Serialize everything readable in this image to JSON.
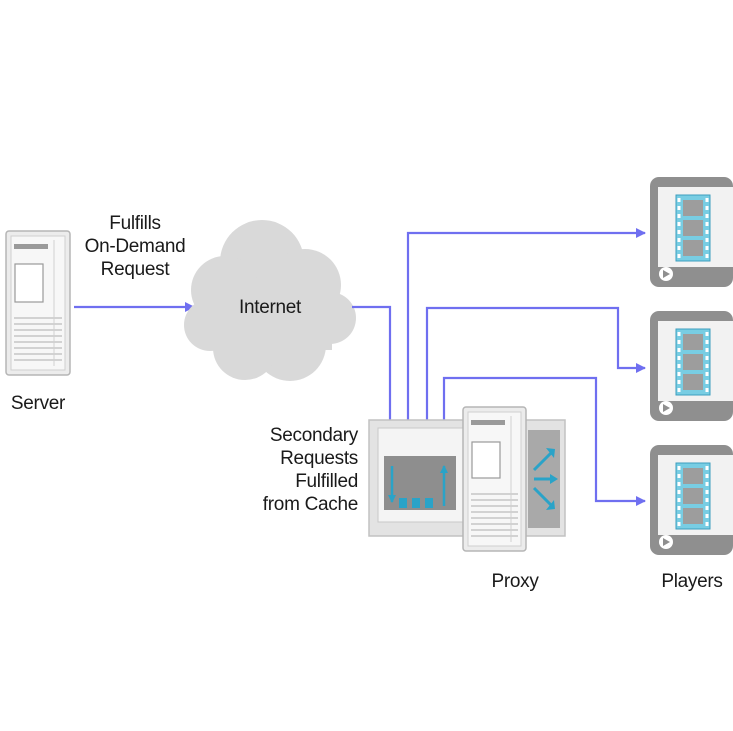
{
  "labels": {
    "server": "Server",
    "fulfills": [
      "Fulfills",
      "On-Demand",
      "Request"
    ],
    "internet": "Internet",
    "secondary": [
      "Secondary",
      "Requests",
      "Fulfilled",
      "from Cache"
    ],
    "proxy": "Proxy",
    "players": "Players"
  },
  "colors": {
    "arrow": "#6f6ff0",
    "cache_arrow": "#2aa3c8",
    "cloud": "#d9d9d9",
    "device": "#8f8f8f",
    "film": "#78cde3"
  },
  "icons": [
    "server-icon",
    "cloud-icon",
    "proxy-server-icon",
    "cache-icon",
    "player-icon"
  ]
}
